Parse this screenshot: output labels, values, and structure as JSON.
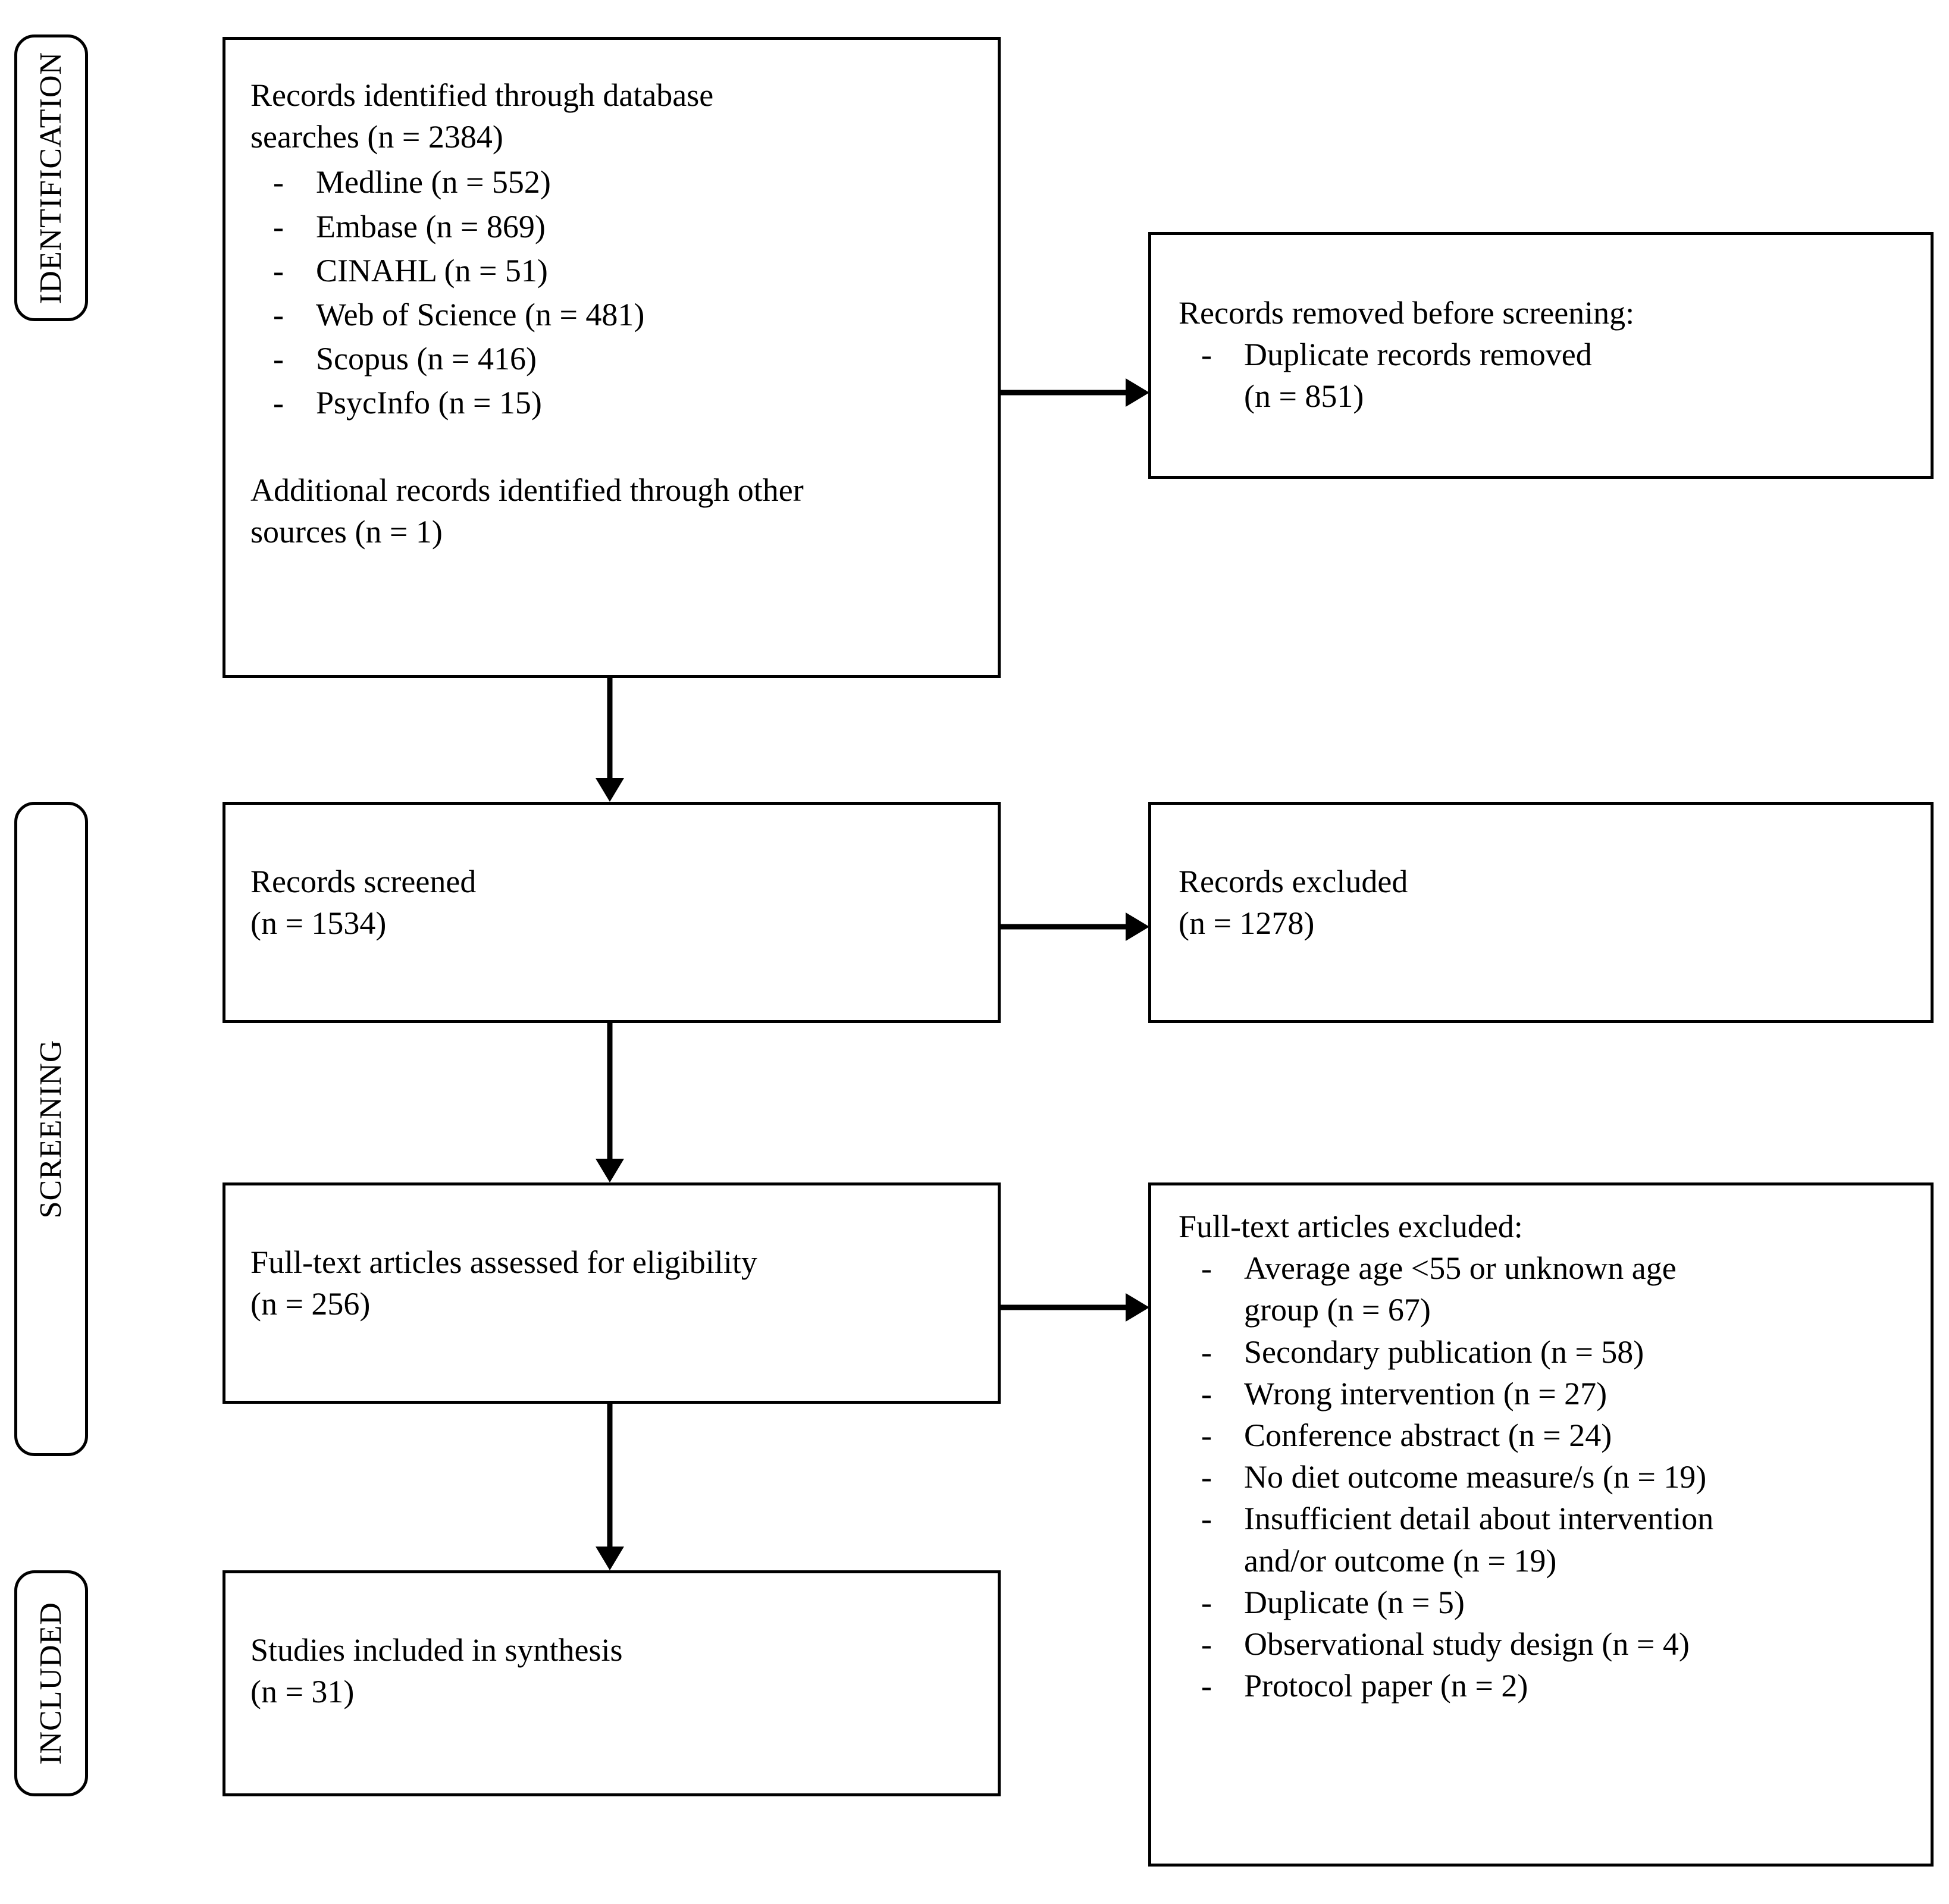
{
  "diagram": {
    "title": "PRISMA flow diagram",
    "line_color": "#000000",
    "background_color": "#ffffff"
  },
  "stages": [
    {
      "id": "identification",
      "label": "IDENTIFICATION"
    },
    {
      "id": "screening",
      "label": "SCREENING"
    },
    {
      "id": "included",
      "label": "INCLUDED"
    }
  ],
  "boxes": {
    "identified": {
      "heading_line1": "Records identified through database",
      "heading_line2": "searches (n = 2384)",
      "sources": [
        {
          "dash": "-",
          "text": "Medline (n = 552)"
        },
        {
          "dash": "-",
          "text": "Embase (n = 869)"
        },
        {
          "dash": "-",
          "text": "CINAHL (n = 51)"
        },
        {
          "dash": "-",
          "text": "Web of Science (n = 481)"
        },
        {
          "dash": "-",
          "text": "Scopus (n = 416)"
        },
        {
          "dash": "-",
          "text": "PsycInfo (n = 15)"
        }
      ],
      "additional_line1": "Additional records identified through other",
      "additional_line2": "sources (n = 1)"
    },
    "removed_before_screening": {
      "heading": "Records removed before screening:",
      "items": [
        {
          "dash": "-",
          "line1": "Duplicate records removed",
          "line2": "(n = 851)"
        }
      ]
    },
    "records_screened": {
      "line1": "Records screened",
      "line2": "(n = 1534)"
    },
    "records_excluded": {
      "line1": "Records excluded",
      "line2": "(n = 1278)"
    },
    "fulltext_assessed": {
      "line1": "Full-text articles assessed for eligibility",
      "line2": "(n = 256)"
    },
    "fulltext_excluded": {
      "heading": "Full-text articles excluded:",
      "items": [
        {
          "dash": "-",
          "line1": "Average age <55 or unknown age",
          "line2": "group (n = 67)"
        },
        {
          "dash": "-",
          "line1": "Secondary publication (n = 58)",
          "line2": ""
        },
        {
          "dash": "-",
          "line1": "Wrong intervention (n = 27)",
          "line2": ""
        },
        {
          "dash": "-",
          "line1": "Conference abstract (n = 24)",
          "line2": ""
        },
        {
          "dash": "-",
          "line1": "No diet outcome measure/s (n = 19)",
          "line2": ""
        },
        {
          "dash": "-",
          "line1": "Insufficient detail about intervention",
          "line2": "and/or outcome (n = 19)"
        },
        {
          "dash": "-",
          "line1": "Duplicate (n = 5)",
          "line2": ""
        },
        {
          "dash": "-",
          "line1": "Observational study design (n = 4)",
          "line2": ""
        },
        {
          "dash": "-",
          "line1": "Protocol paper (n = 2)",
          "line2": ""
        }
      ]
    },
    "studies_included": {
      "line1": "Studies included in synthesis",
      "line2": "(n = 31)"
    }
  },
  "flow": {
    "arrows": [
      {
        "id": "identified-to-removed",
        "direction": "right"
      },
      {
        "id": "identified-to-screened",
        "direction": "down"
      },
      {
        "id": "screened-to-excluded",
        "direction": "right"
      },
      {
        "id": "screened-to-fulltext",
        "direction": "down"
      },
      {
        "id": "fulltext-to-excluded",
        "direction": "right"
      },
      {
        "id": "fulltext-to-included",
        "direction": "down"
      }
    ]
  }
}
